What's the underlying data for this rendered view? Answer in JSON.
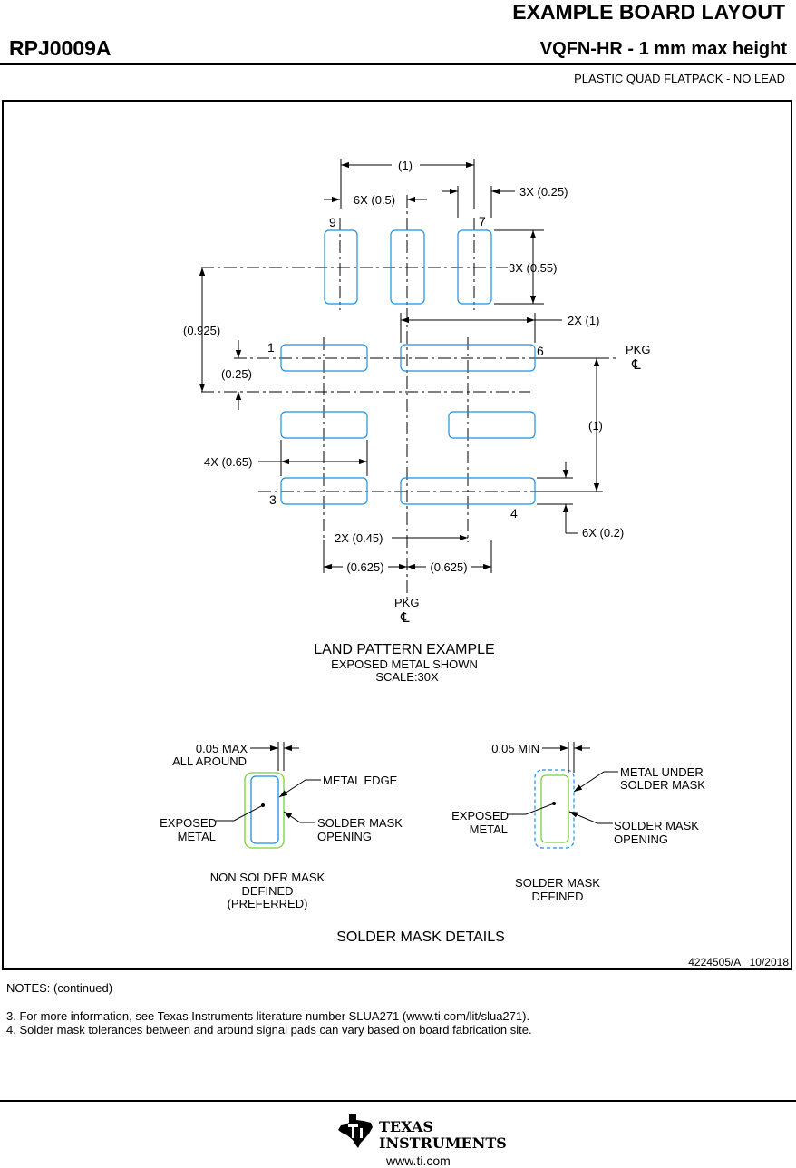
{
  "header": {
    "title": "EXAMPLE BOARD LAYOUT",
    "part_number": "RPJ0009A",
    "package": "VQFN-HR - 1 mm max height",
    "package_desc": "PLASTIC QUAD FLATPACK - NO LEAD"
  },
  "land_pattern": {
    "dims": {
      "top_pitch": "(1)",
      "pad_pitch": "6X (0.5)",
      "top_pad_width": "3X (0.25)",
      "top_pad_height": "3X (0.55)",
      "offset_925": "(0.925)",
      "offset_25": "(0.25)",
      "side_pad_length": "2X (1)",
      "vert_pitch": "(1)",
      "pad_length": "4X (0.65)",
      "pad_height": "6X (0.2)",
      "pad_width_45": "2X (0.45)",
      "half_left": "(0.625)",
      "half_right": "(0.625)"
    },
    "pins": {
      "p9": "9",
      "p7": "7",
      "p1": "1",
      "p6": "6",
      "p3": "3",
      "p4": "4"
    },
    "pkg_label": "PKG",
    "centerline_symbol": "℄",
    "caption": {
      "title": "LAND PATTERN EXAMPLE",
      "line2": "EXPOSED METAL SHOWN",
      "line3": "SCALE:30X"
    }
  },
  "solder_mask": {
    "nsmd": {
      "clearance_line1": "0.05 MAX",
      "clearance_line2": "ALL AROUND",
      "metal_edge": "METAL EDGE",
      "exposed_line1": "EXPOSED",
      "exposed_line2": "METAL",
      "opening_line1": "SOLDER MASK",
      "opening_line2": "OPENING",
      "caption_line1": "NON SOLDER MASK",
      "caption_line2": "DEFINED",
      "caption_line3": "(PREFERRED)"
    },
    "smd": {
      "clearance": "0.05 MIN",
      "metal_under_line1": "METAL UNDER",
      "metal_under_line2": "SOLDER MASK",
      "exposed_line1": "EXPOSED",
      "exposed_line2": "METAL",
      "opening_line1": "SOLDER MASK",
      "opening_line2": "OPENING",
      "caption_line1": "SOLDER MASK",
      "caption_line2": "DEFINED"
    },
    "title": "SOLDER MASK DETAILS"
  },
  "drawing_id": "4224505/A   10/2018",
  "notes": {
    "heading": "NOTES: (continued)",
    "items": [
      "3. For more information, see Texas Instruments literature number SLUA271 (www.ti.com/lit/slua271).",
      "4. Solder mask tolerances between and around signal pads can vary based on board fabrication site."
    ]
  },
  "footer": {
    "brand_line1": "TEXAS",
    "brand_line2": "INSTRUMENTS",
    "url": "www.ti.com"
  },
  "colors": {
    "pad_outline": "#1e8fe0",
    "solder_mask_green": "#7bd13c",
    "line": "#000000"
  },
  "icons": {
    "logo": "texas-instruments-logo",
    "centerline": "centerline-symbol"
  }
}
